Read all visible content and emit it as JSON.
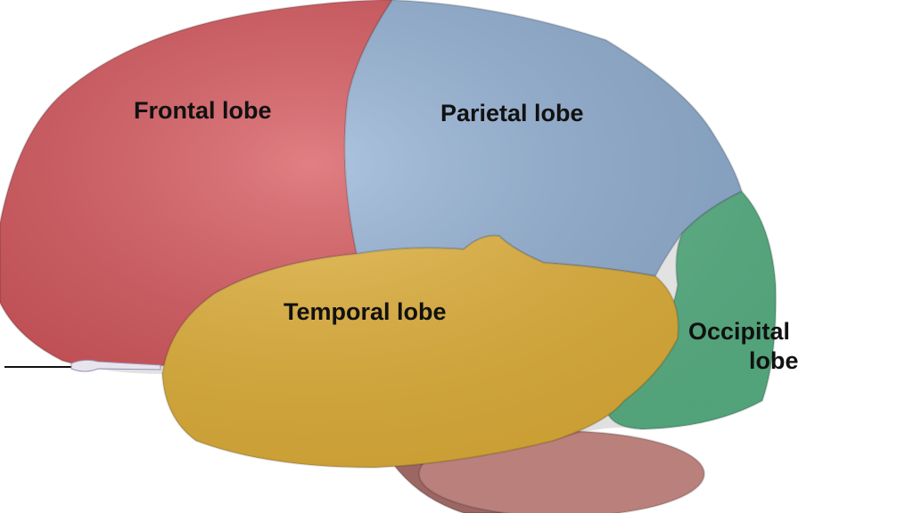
{
  "labels": {
    "frontal": "Frontal lobe",
    "parietal": "Parietal lobe",
    "temporal": "Temporal lobe",
    "occipital_line1": "Occipital",
    "occipital_line2": "lobe"
  },
  "colors": {
    "frontal": "#d6545a",
    "parietal": "#93b2d6",
    "temporal": "#e6b43a",
    "occipital": "#5db88a",
    "cerebellum": "#b9807c",
    "brainstem": "#9c6663"
  }
}
